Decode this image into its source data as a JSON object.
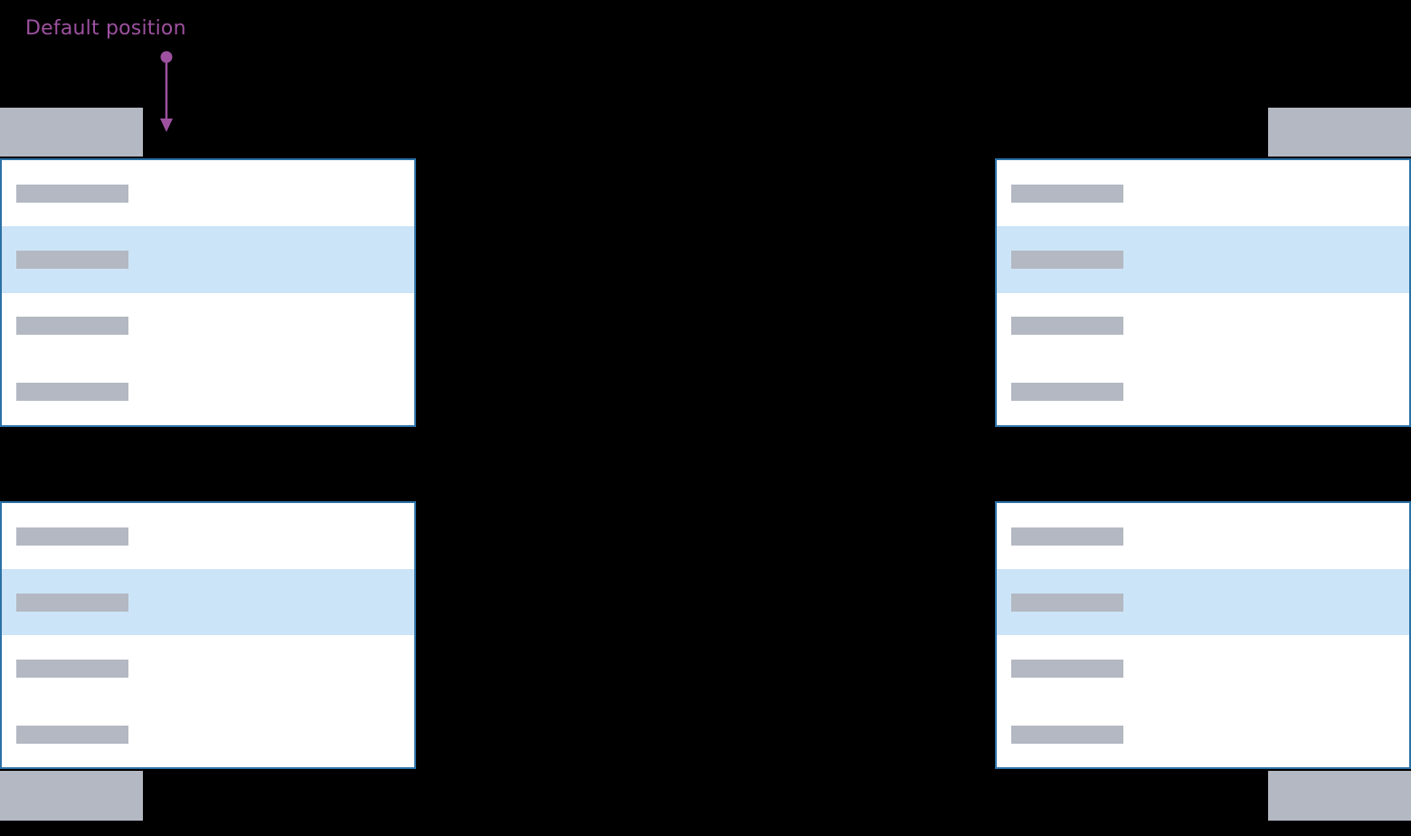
{
  "annotation": {
    "label": "Default position",
    "color": "#9d519f"
  },
  "colors": {
    "background": "#000000",
    "panel_border": "#2b71a6",
    "panel_bg": "#ffffff",
    "row_highlight": "#cce4f7",
    "placeholder_bar": "#b3b8c2",
    "trigger_bg": "#b3b8c2"
  },
  "menus": [
    {
      "corner": "top-left",
      "direction": "opens-down",
      "trigger_alignment": "left-edge",
      "items": [
        {
          "state": "default"
        },
        {
          "state": "highlighted"
        },
        {
          "state": "default"
        },
        {
          "state": "default"
        }
      ]
    },
    {
      "corner": "top-right",
      "direction": "opens-down",
      "trigger_alignment": "right-edge",
      "items": [
        {
          "state": "default"
        },
        {
          "state": "highlighted"
        },
        {
          "state": "default"
        },
        {
          "state": "default"
        }
      ]
    },
    {
      "corner": "bottom-left",
      "direction": "opens-up",
      "trigger_alignment": "left-edge",
      "items": [
        {
          "state": "default"
        },
        {
          "state": "highlighted"
        },
        {
          "state": "default"
        },
        {
          "state": "default"
        }
      ]
    },
    {
      "corner": "bottom-right",
      "direction": "opens-up",
      "trigger_alignment": "right-edge",
      "items": [
        {
          "state": "default"
        },
        {
          "state": "highlighted"
        },
        {
          "state": "default"
        },
        {
          "state": "default"
        }
      ]
    }
  ]
}
